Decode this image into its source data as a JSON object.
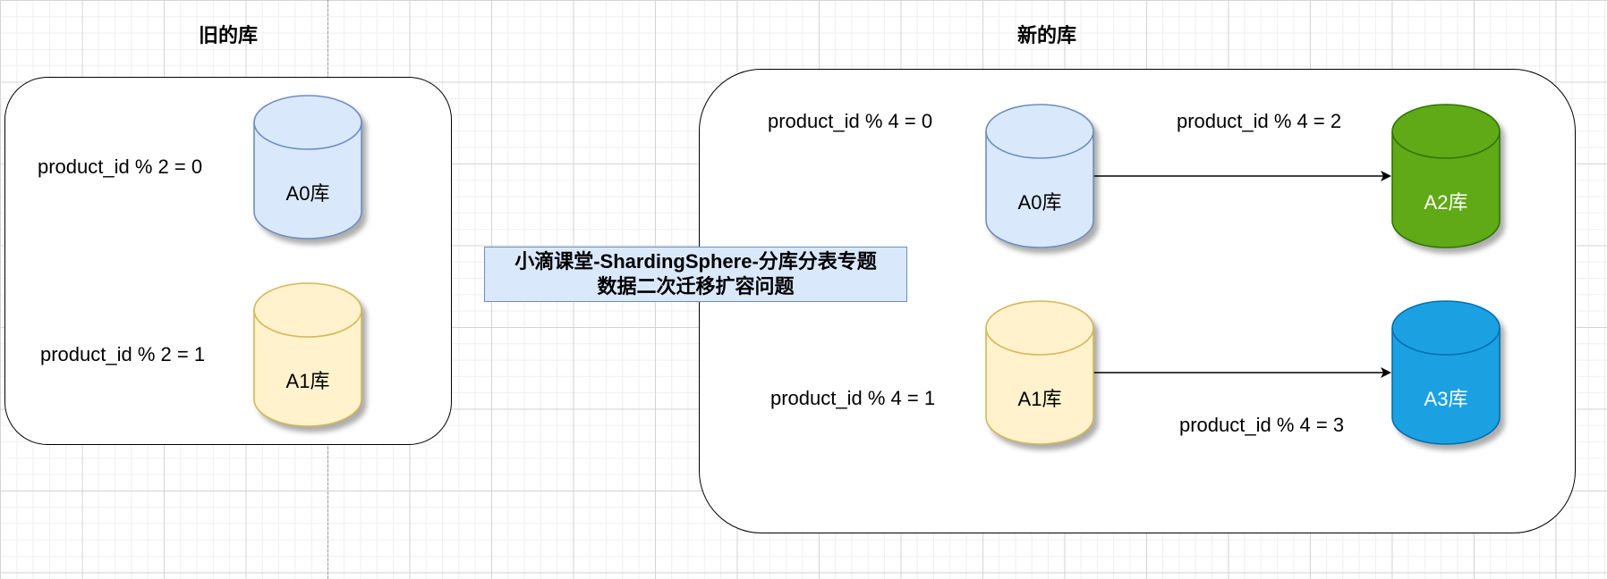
{
  "old_group": {
    "title": "旧的库",
    "rules": [
      "product_id % 2 = 0",
      "product_id % 2 = 1"
    ],
    "databases": [
      {
        "label": "A0库",
        "fill": "#dae8fc",
        "stroke": "#6c8ebf",
        "text_color": "#000000"
      },
      {
        "label": "A1库",
        "fill": "#fff2cc",
        "stroke": "#d6b656",
        "text_color": "#000000"
      }
    ]
  },
  "new_group": {
    "title": "新的库",
    "rules": [
      "product_id % 4 = 0",
      "product_id % 4 = 2",
      "product_id % 4 = 1",
      "product_id % 4 = 3"
    ],
    "databases": [
      {
        "label": "A0库",
        "fill": "#dae8fc",
        "stroke": "#6c8ebf",
        "text_color": "#000000"
      },
      {
        "label": "A2库",
        "fill": "#60a917",
        "stroke": "#2d7600",
        "text_color": "#ffffff"
      },
      {
        "label": "A1库",
        "fill": "#fff2cc",
        "stroke": "#d6b656",
        "text_color": "#000000"
      },
      {
        "label": "A3库",
        "fill": "#1ba1e2",
        "stroke": "#006eaf",
        "text_color": "#ffffff"
      }
    ],
    "edges": [
      {
        "from": "A0库",
        "to": "A2库"
      },
      {
        "from": "A1库",
        "to": "A3库"
      }
    ]
  },
  "title_box": {
    "line1": "小滴课堂-ShardingSphere-分库分表专题",
    "line2": "数据二次迁移扩容问题"
  }
}
